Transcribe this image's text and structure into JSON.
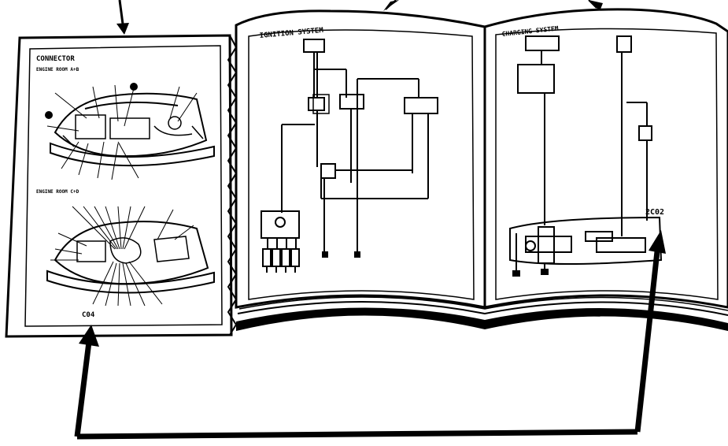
{
  "left_page": {
    "heading": "CONNECTOR",
    "subheading_top": "ENGINE ROOM A+B",
    "subheading_bottom": "ENGINE ROOM C+D",
    "connector_ref": "C04"
  },
  "middle_page": {
    "heading": "IGNITION SYSTEM"
  },
  "right_page": {
    "heading": "CHARGING SYSTEM",
    "connector_ref": "2C02"
  }
}
